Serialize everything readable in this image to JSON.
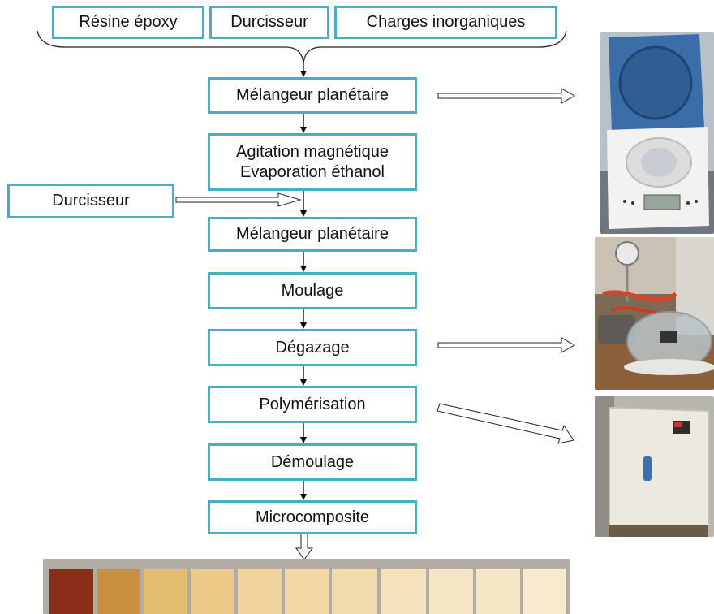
{
  "inputs": [
    "Résine époxy",
    "Durcisseur",
    "Charges inorganiques"
  ],
  "steps": {
    "mix1": "Mélangeur planétaire",
    "agitation": [
      "Agitation magnétique",
      "Evaporation éthanol"
    ],
    "mix2": "Mélangeur planétaire",
    "moulage": "Moulage",
    "degazage": "Dégazage",
    "polymerisation": "Polymérisation",
    "demoulage": "Démoulage",
    "microcomposite": "Microcomposite"
  },
  "side_input": "Durcisseur",
  "photos": [
    "planetary-mixer-photo",
    "vacuum-degassing-photo",
    "oven-photo",
    "samples-strip-photo"
  ],
  "colors": {
    "box_border": "#4bacc6",
    "arrow": "#000000",
    "swatches": [
      "#8a2e1a",
      "#c98f3e",
      "#e3bd6f",
      "#ebc986",
      "#efd29c",
      "#f1d8a6",
      "#f2dcae",
      "#f4e2bd",
      "#f5e5c4",
      "#f5e6c6",
      "#f6e9cc"
    ]
  }
}
